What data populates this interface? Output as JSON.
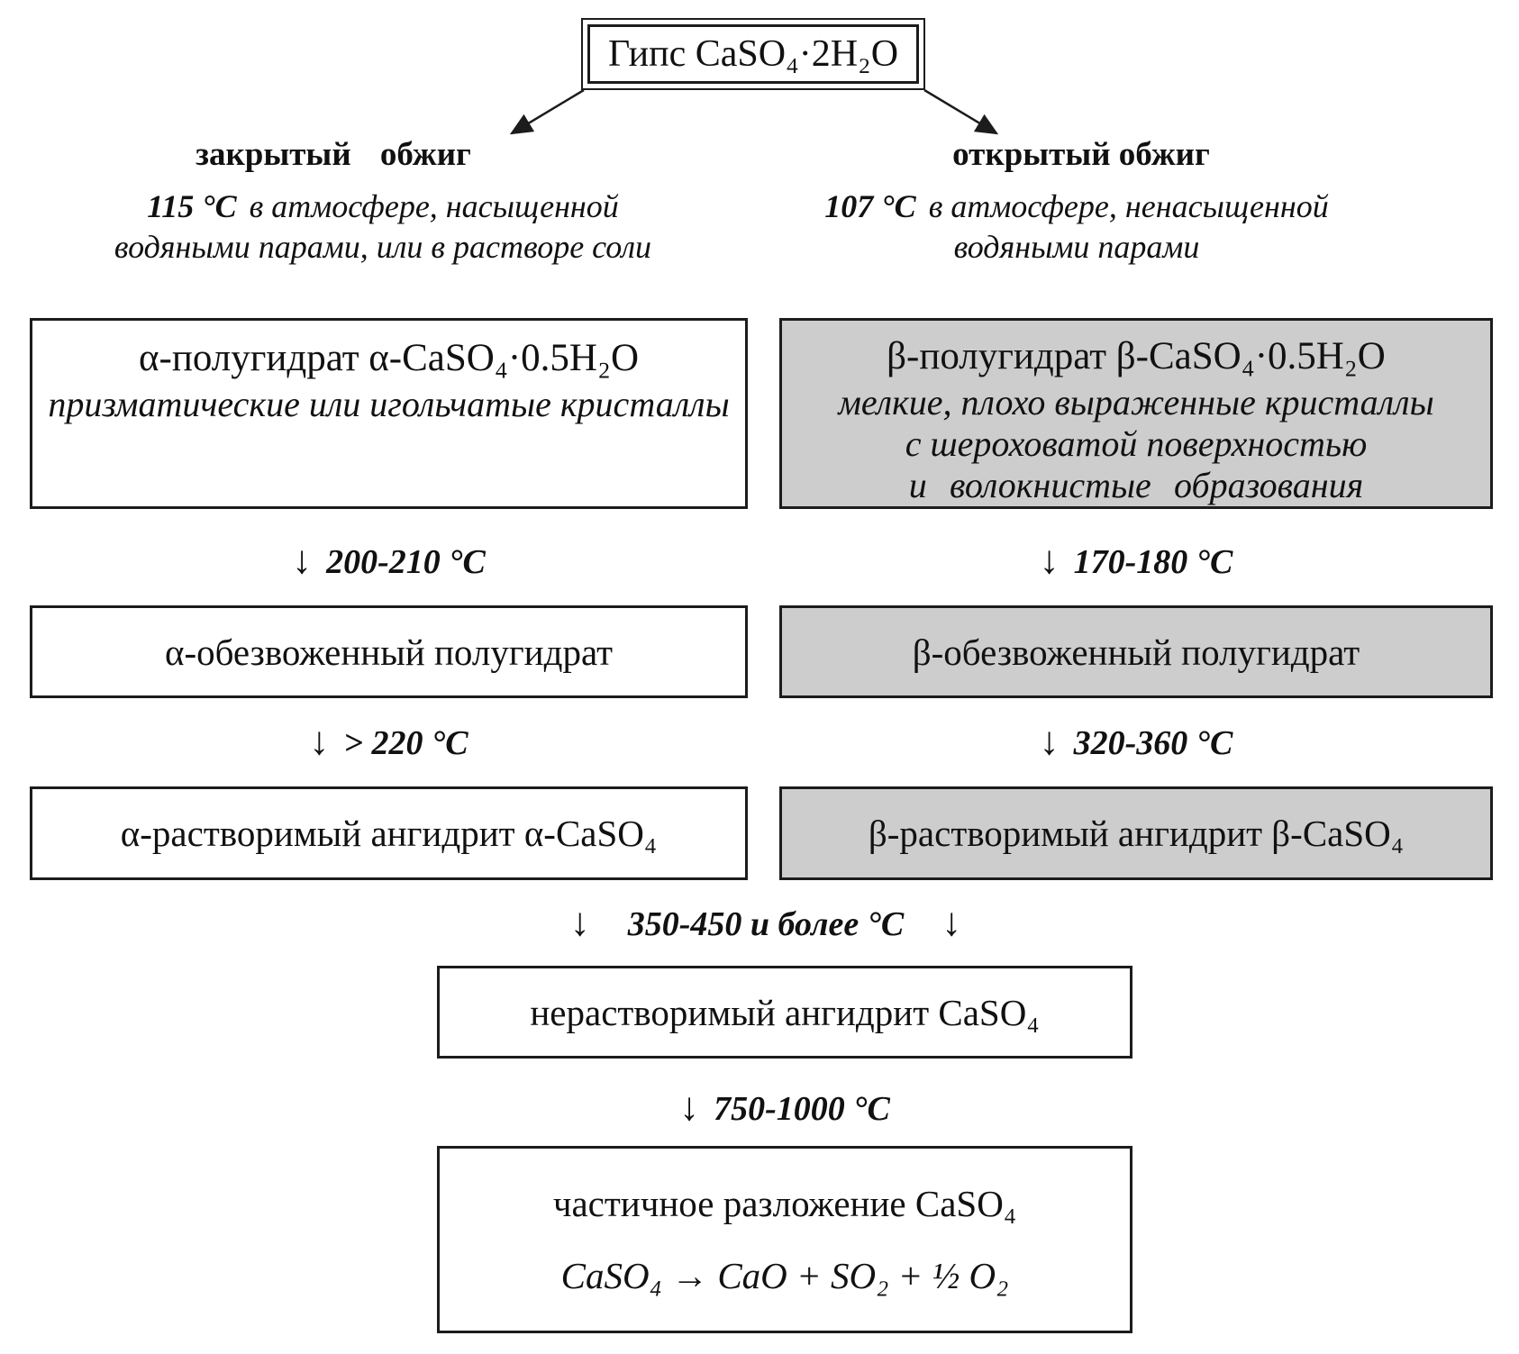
{
  "root": {
    "label": "Гипс CaSO₄·2H₂O"
  },
  "glyphs": {
    "down_arrow": "↓"
  },
  "left": {
    "title": "закрытый обжиг",
    "temperature": "115 °C",
    "condition_line1": "в атмосфере, насыщенной",
    "condition_line2": "водяными парами, или в растворе соли",
    "stage1_title": "α-полугидрат α-CaSO₄·0.5H₂O",
    "stage1_desc": "призматические или игольчатые кристаллы",
    "transition1": "200-210 °C",
    "stage2": "α-обезвоженный полугидрат",
    "transition2": "> 220 °C",
    "stage3": "α-растворимый ангидрит α-CaSO₄"
  },
  "right": {
    "title": "открытый обжиг",
    "temperature": "107 °C",
    "condition_line1": "в атмосфере, ненасыщенной",
    "condition_line2": "водяными парами",
    "stage1_title": "β-полугидрат β-CaSO₄·0.5H₂O",
    "stage1_desc_line1": "мелкие, плохо выраженные кристаллы",
    "stage1_desc_line2": "с шероховатой поверхностью",
    "stage1_desc_line3": "и волокнистые образования",
    "transition1": "170-180 °C",
    "stage2": "β-обезвоженный полугидрат",
    "transition2": "320-360 °C",
    "stage3": "β-растворимый ангидрит β-CaSO₄"
  },
  "merged": {
    "transition1": "350-450 и более °C",
    "stage1": "нерастворимый ангидрит CaSO₄",
    "transition2": "750-1000 °C",
    "stage2_line1": "частичное разложение CaSO₄",
    "stage2_line2": "CaSO₄ → CaO + SO₂ + ½ O₂"
  },
  "colors": {
    "background": "#ffffff",
    "alpha_box_fill": "#ffffff",
    "beta_box_fill": "#cdcdcd",
    "border": "#1c1c1c",
    "text": "#111111"
  }
}
